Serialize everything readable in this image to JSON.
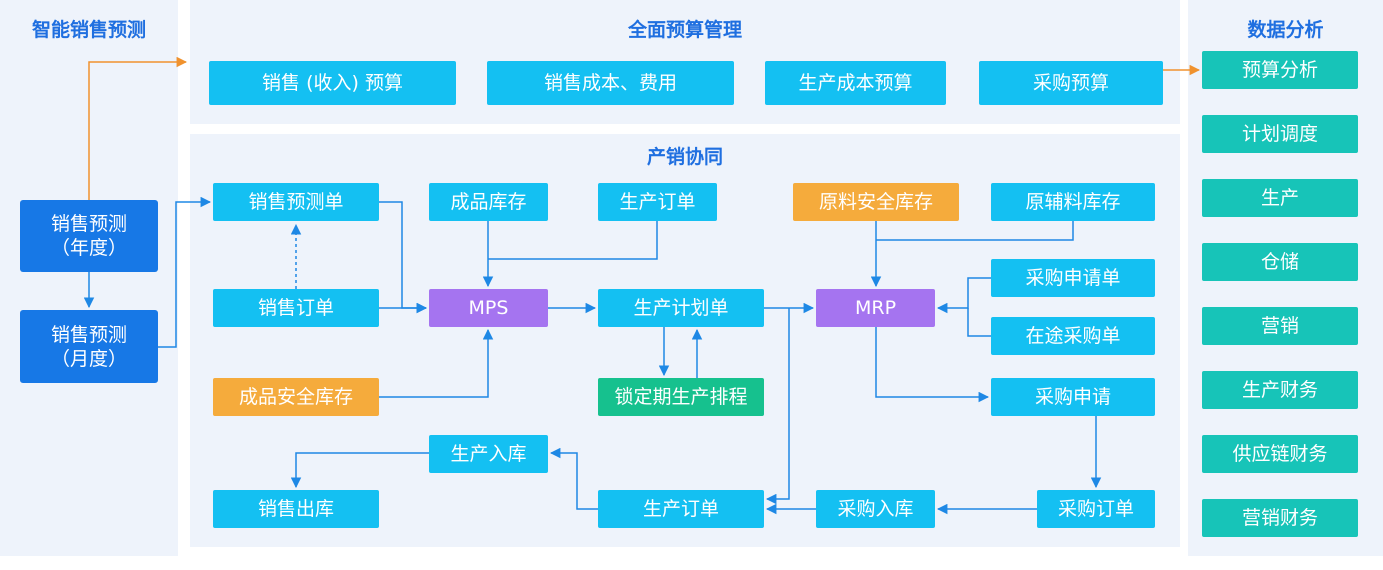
{
  "sections": {
    "forecast_title": "智能销售预测",
    "budget_title": "全面预算管理",
    "collab_title": "产销协同",
    "analysis_title": "数据分析"
  },
  "forecast": {
    "year_line1": "销售预测",
    "year_line2": "（年度）",
    "month_line1": "销售预测",
    "month_line2": "（月度）"
  },
  "budget": {
    "sales_income": "销售 (收入) 预算",
    "sales_cost": "销售成本、费用",
    "production_cost": "生产成本预算",
    "purchase": "采购预算"
  },
  "collab": {
    "sales_forecast_order": "销售预测单",
    "sales_order": "销售订单",
    "finished_safety_stock": "成品安全库存",
    "finished_stock": "成品库存",
    "production_order_top": "生产订单",
    "mps": "MPS",
    "production_plan": "生产计划单",
    "locked_schedule": "锁定期生产排程",
    "material_safety_stock": "原料安全库存",
    "raw_material_stock": "原辅料库存",
    "mrp": "MRP",
    "purchase_request_order": "采购申请单",
    "in_transit_purchase": "在途采购单",
    "purchase_request": "采购申请",
    "purchase_order": "采购订单",
    "purchase_inbound": "采购入库",
    "production_order_bottom": "生产订单",
    "production_inbound": "生产入库",
    "sales_outbound": "销售出库"
  },
  "analysis": {
    "items": [
      "预算分析",
      "计划调度",
      "生产",
      "仓储",
      "营销",
      "生产财务",
      "供应链财务",
      "营销财务"
    ]
  },
  "colors": {
    "panel_bg": "#eef3fb",
    "title": "#1f6fe0",
    "box_blue": "#14c0f2",
    "box_orange": "#f5ab3c",
    "box_purple": "#a574f0",
    "box_teal": "#17c4b8",
    "box_dark_blue": "#1778e6",
    "box_green": "#16c18e",
    "arrow_blue": "#1e88e5",
    "arrow_orange": "#f0922e"
  }
}
